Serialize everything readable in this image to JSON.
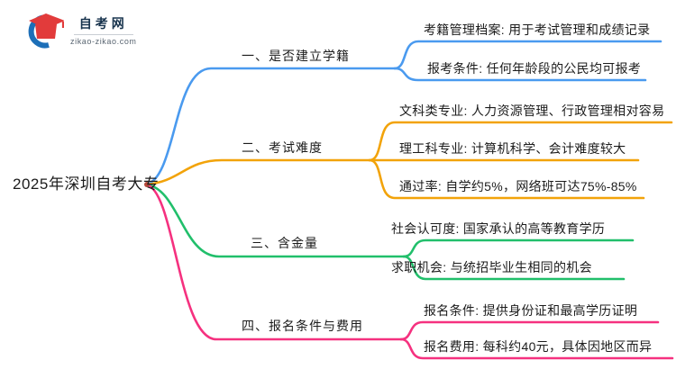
{
  "logo": {
    "name": "自考网",
    "domain": "zikao-zikao.com"
  },
  "root": {
    "label": "2025年深圳自考大专"
  },
  "branches": [
    {
      "label": "一、是否建立学籍",
      "color": "#4A9AEF",
      "leaves": [
        "考籍管理档案: 用于考试管理和成绩记录",
        "报考条件: 任何年龄段的公民均可报考"
      ]
    },
    {
      "label": "二、考试难度",
      "color": "#F2A30A",
      "leaves": [
        "文科类专业: 人力资源管理、行政管理相对容易",
        "理工科专业: 计算机科学、会计难度较大",
        "通过率: 自学约5%，网络班可达75%-85%"
      ]
    },
    {
      "label": "三、含金量",
      "color": "#21BF6B",
      "leaves": [
        "社会认可度: 国家承认的高等教育学历",
        "求职机会: 与统招毕业生相同的机会"
      ]
    },
    {
      "label": "四、报名条件与费用",
      "color": "#F5317F",
      "leaves": [
        "报名条件: 提供身份证和最高学历证明",
        "报名费用: 每科约40元，具体因地区而异"
      ]
    }
  ]
}
